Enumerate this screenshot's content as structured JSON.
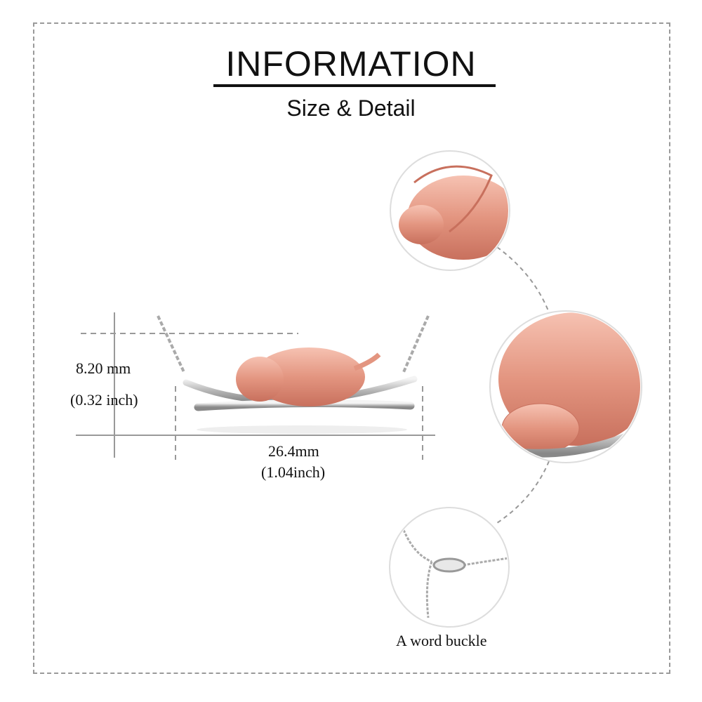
{
  "header": {
    "title": "INFORMATION",
    "subtitle": "Size & Detail"
  },
  "dimensions": {
    "height_mm": "8.20 mm",
    "height_inch": "(0.32 inch)",
    "width_mm": "26.4mm",
    "width_inch": "(1.04inch)"
  },
  "details": {
    "buckle_caption": "A word buckle"
  },
  "colors": {
    "rose_gold": "#e8a090",
    "silver": "#c8c8c8",
    "guide": "#999999"
  }
}
